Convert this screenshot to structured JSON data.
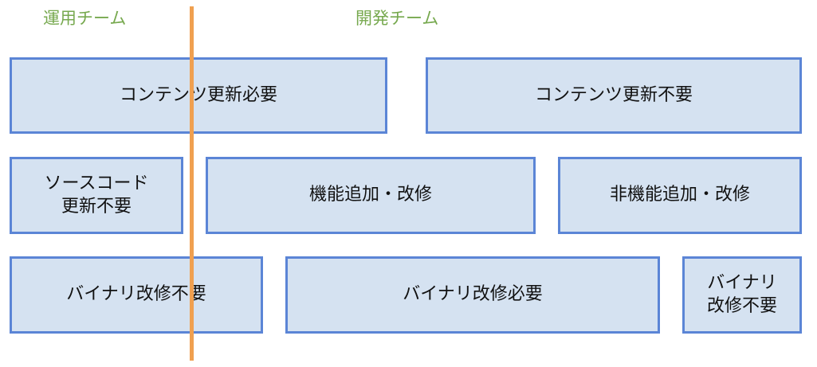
{
  "teams": {
    "ops": "運用チーム",
    "dev": "開発チーム"
  },
  "boxes": {
    "content_required": "コンテンツ更新必要",
    "content_unneeded": "コンテンツ更新不要",
    "source_unneeded": "ソースコード\n更新不要",
    "func_change": "機能追加・改修",
    "nonfunc_change": "非機能追加・改修",
    "binary_unneeded_1": "バイナリ改修不要",
    "binary_required": "バイナリ改修必要",
    "binary_unneeded_2": "バイナリ\n改修不要"
  },
  "colors": {
    "team_label": "#77a94f",
    "box_fill": "#d5e2f1",
    "box_border": "#5b85d6",
    "divider": "#f0a050"
  }
}
